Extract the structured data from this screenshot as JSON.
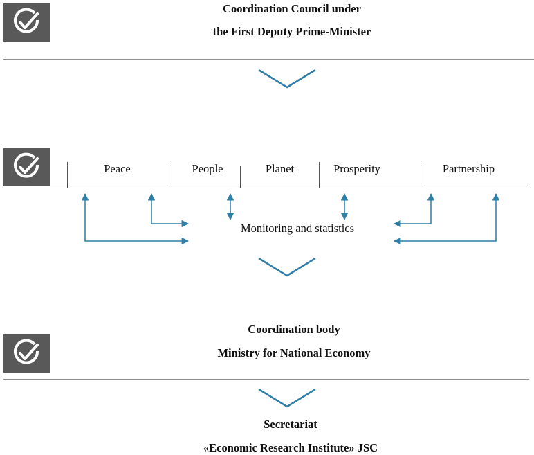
{
  "colors": {
    "badge": "#595959",
    "accent": "#2e7ea6",
    "divider": "#8c8c8c"
  },
  "icons": [
    "check-circle-icon",
    "chevron-down-icon"
  ],
  "council": {
    "line1": "Coordination Council under",
    "line2": "the First Deputy Prime-Minister"
  },
  "pillars": [
    "Peace",
    "People",
    "Planet",
    "Prosperity",
    "Partnership"
  ],
  "monitoring": "Monitoring and statistics",
  "coordination": {
    "line1": "Coordination body",
    "line2": "Ministry for National Economy"
  },
  "secretariat": {
    "line1": "Secretariat",
    "line2": "«Economic Research Institute» JSC"
  }
}
